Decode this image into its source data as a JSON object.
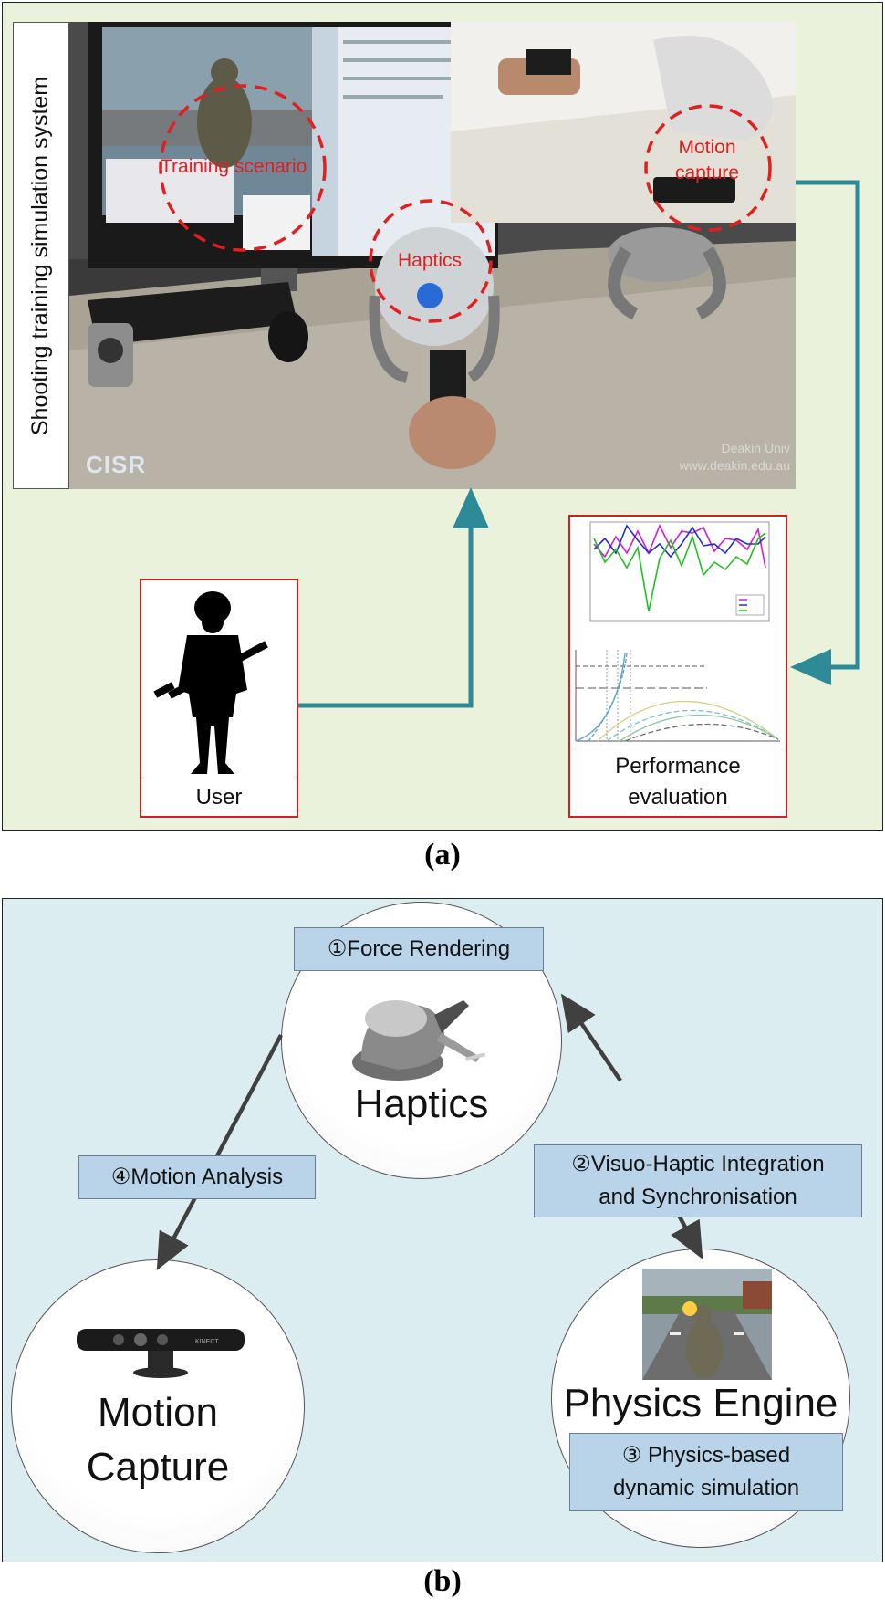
{
  "panel_a": {
    "side_label": "Shooting training simulation system",
    "photo": {
      "training_scenario_label": "Training scenario",
      "haptics_label": "Haptics",
      "motion_capture_label_line1": "Motion",
      "motion_capture_label_line2": "capture",
      "logo_text": "CISR",
      "watermark_line1": "Deakin Univ",
      "watermark_line2": "www.deakin.edu.au"
    },
    "user_caption": "User",
    "performance_caption_line1": "Performance",
    "performance_caption_line2": "evaluation",
    "tag": "(a)"
  },
  "panel_b": {
    "haptics": {
      "step_number": "①",
      "step_label": "Force Rendering",
      "node_label": "Haptics"
    },
    "motion_capture": {
      "node_line1": "Motion",
      "node_line2": "Capture",
      "step_number": "④",
      "step_label": "Motion Analysis",
      "device_text": "KINECT"
    },
    "visuo_haptic": {
      "step_number": "②",
      "line1": "Visuo-Haptic Integration",
      "line2": "and Synchronisation"
    },
    "physics_engine": {
      "node_label": "Physics Engine",
      "step_number": "③",
      "line1": "Physics-based",
      "line2": "dynamic simulation"
    },
    "tag": "(b)"
  },
  "colors": {
    "panel_a_bg": "#eaf2dc",
    "panel_b_bg": "#dcedf2",
    "connector": "#2e8a96",
    "highlight_red": "#e02020",
    "tag_fill": "#b9d3e8",
    "arrow": "#404040"
  }
}
